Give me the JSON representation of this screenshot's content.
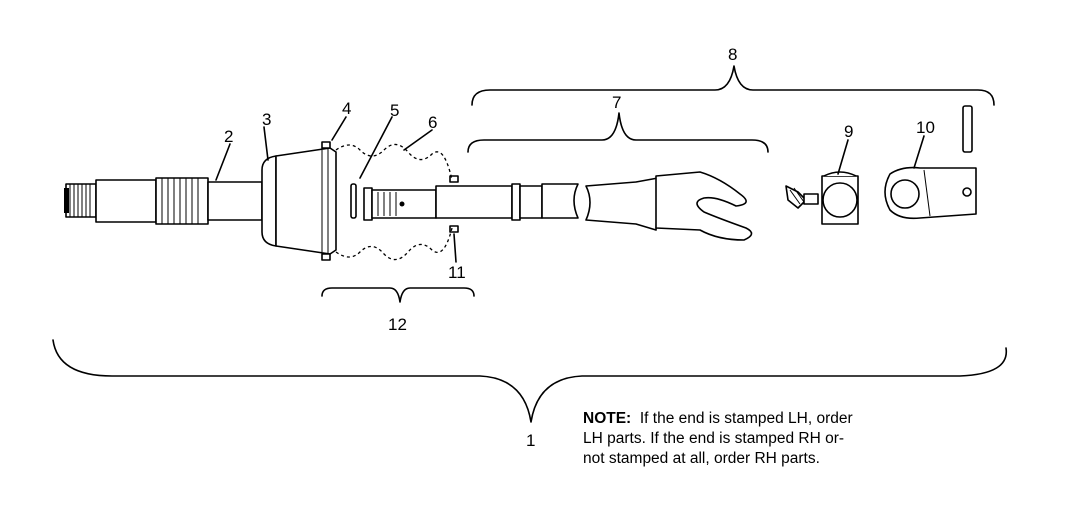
{
  "labels": {
    "l1": "1",
    "l2": "2",
    "l3": "3",
    "l4": "4",
    "l5": "5",
    "l6": "6",
    "l7": "7",
    "l8": "8",
    "l9": "9",
    "l10": "10",
    "l11": "11",
    "l12": "12"
  },
  "note": {
    "label": "NOTE:",
    "line1": "If the end is stamped LH, order",
    "line2": "LH parts.  If the end is stamped RH or-",
    "line3": "not stamped at all, order RH parts."
  }
}
